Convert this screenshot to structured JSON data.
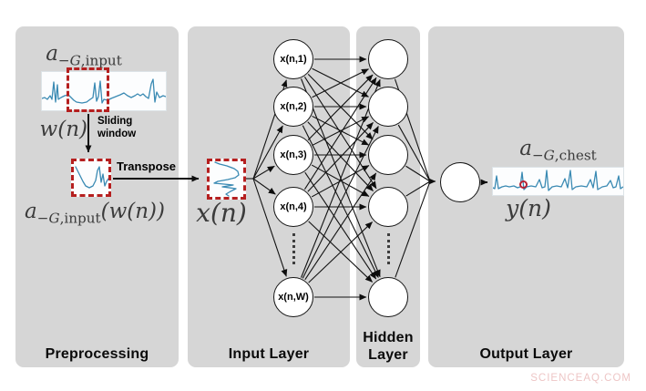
{
  "colors": {
    "panel_bg": "#d6d6d6",
    "signal_blue": "#3a8ab3",
    "dashed_red": "#b51f1f",
    "line_black": "#111111",
    "watermark_pink": "#eec6c6"
  },
  "panels": {
    "preprocessing": {
      "title": "Preprocessing"
    },
    "input": {
      "title": "Input Layer"
    },
    "hidden": {
      "title_line1": "Hidden",
      "title_line2": "Layer"
    },
    "output": {
      "title": "Output Layer"
    }
  },
  "preprocessing": {
    "signal_label": {
      "base": "a",
      "sub_minus": "−",
      "sub_var": "G",
      "sub_rest": ",input"
    },
    "window_fn": "w(n)",
    "sliding": {
      "line1": "Sliding",
      "line2": "window"
    },
    "transpose_label": "Transpose",
    "windowed_label": {
      "base": "a",
      "sub_minus": "−",
      "sub_var": "G",
      "sub_rest": ",input",
      "suffix": "(w(n))"
    }
  },
  "input_layer": {
    "vector_label": "x(n)",
    "nodes": [
      "x(n,1)",
      "x(n,2)",
      "x(n,3)",
      "x(n,4)",
      "x(n,W)"
    ]
  },
  "output_layer": {
    "signal_label": {
      "base": "a",
      "sub_minus": "−",
      "sub_var": "G",
      "sub_rest": ",chest"
    },
    "output_fn": "y(n)"
  },
  "icons": {
    "vertical_ellipsis": "dotted-line",
    "arrowhead": "black-triangle",
    "anomaly_marker": "red-ring"
  },
  "watermark": {
    "text": "SCIENCEAQ.COM"
  }
}
